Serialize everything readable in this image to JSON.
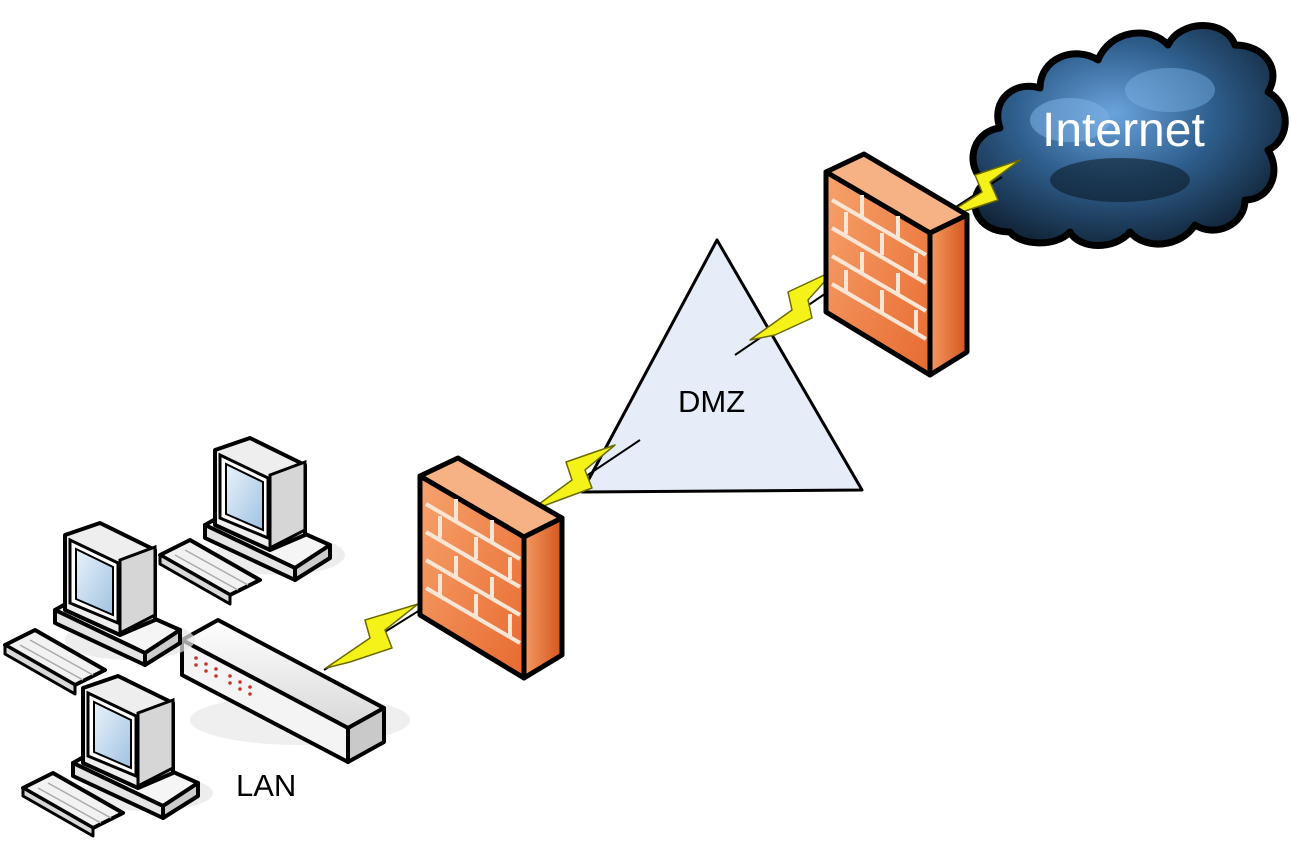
{
  "labels": {
    "internet": "Internet",
    "dmz": "DMZ",
    "lan": "LAN"
  },
  "colors": {
    "cloud_dark": "#0e1d2d",
    "cloud_light": "#5d95cf",
    "triangle_fill": "#e6ecf8",
    "brick_front": "#f08a4b",
    "brick_side": "#e0652b",
    "mortar": "#fbe6d6",
    "bolt": "#f5f21a",
    "computer_body": "#f2f2f2",
    "screen": "#cfe1f3"
  }
}
